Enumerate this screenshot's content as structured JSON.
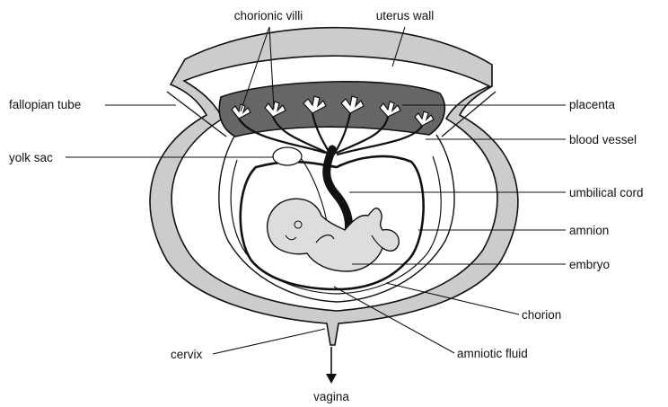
{
  "labels": {
    "chorionic_villi": "chorionic villi",
    "uterus_wall": "uterus wall",
    "fallopian_tube": "fallopian tube",
    "placenta": "placenta",
    "yolk_sac": "yolk sac",
    "blood_vessel": "blood vessel",
    "umbilical_cord": "umbilical cord",
    "amnion": "amnion",
    "embryo": "embryo",
    "chorion": "chorion",
    "cervix": "cervix",
    "amniotic_fluid": "amniotic fluid",
    "vagina": "vagina"
  },
  "colors": {
    "uterus_wall": "#cccccc",
    "placenta": "#666666",
    "embryo": "#dddddd",
    "outline": "#111111"
  }
}
